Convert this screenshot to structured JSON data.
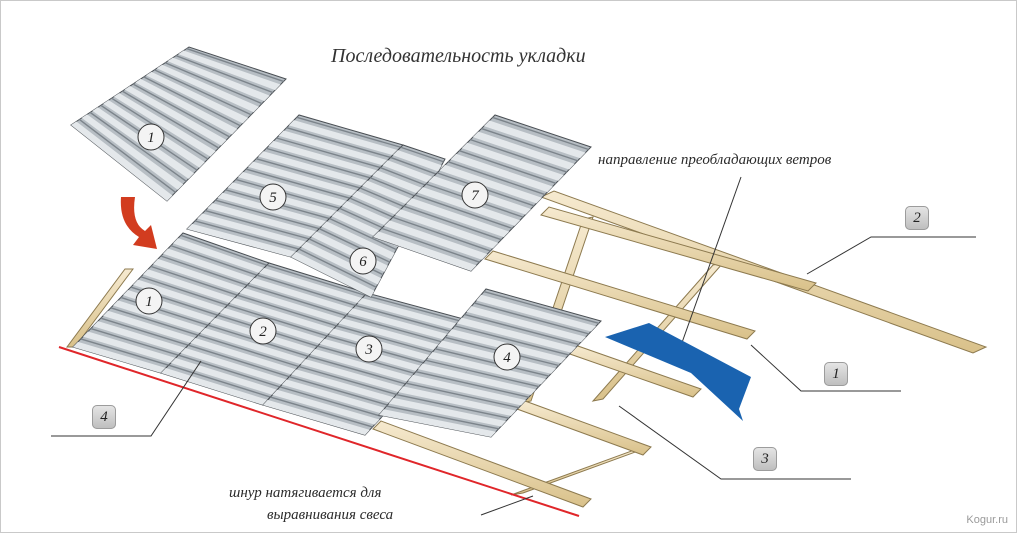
{
  "title": "Последовательность укладки",
  "labels": {
    "wind_direction": "направление преобладающих ветров",
    "cord_line1": "шнур натягивается для",
    "cord_line2": "выравнивания свеса"
  },
  "sheets": [
    {
      "id": "sheet-1-sample",
      "number": "1"
    },
    {
      "id": "sheet-1",
      "number": "1"
    },
    {
      "id": "sheet-2",
      "number": "2"
    },
    {
      "id": "sheet-3",
      "number": "3"
    },
    {
      "id": "sheet-4",
      "number": "4"
    },
    {
      "id": "sheet-5",
      "number": "5"
    },
    {
      "id": "sheet-6",
      "number": "6"
    },
    {
      "id": "sheet-7",
      "number": "7"
    }
  ],
  "callouts": [
    {
      "id": "callout-2",
      "number": "2"
    },
    {
      "id": "callout-1",
      "number": "1"
    },
    {
      "id": "callout-3",
      "number": "3"
    },
    {
      "id": "callout-4",
      "number": "4"
    }
  ],
  "watermark": "Kogur.ru",
  "colors": {
    "sheet_light": "#e4e8eb",
    "sheet_mid": "#b7bec4",
    "sheet_dark": "#7c848b",
    "wood": "#ecd9a6",
    "wood_edge": "#8d7a4f",
    "wind_arrow": "#1a63b0",
    "sequence_arrow": "#d23c1f",
    "cord": "#e0262a"
  }
}
